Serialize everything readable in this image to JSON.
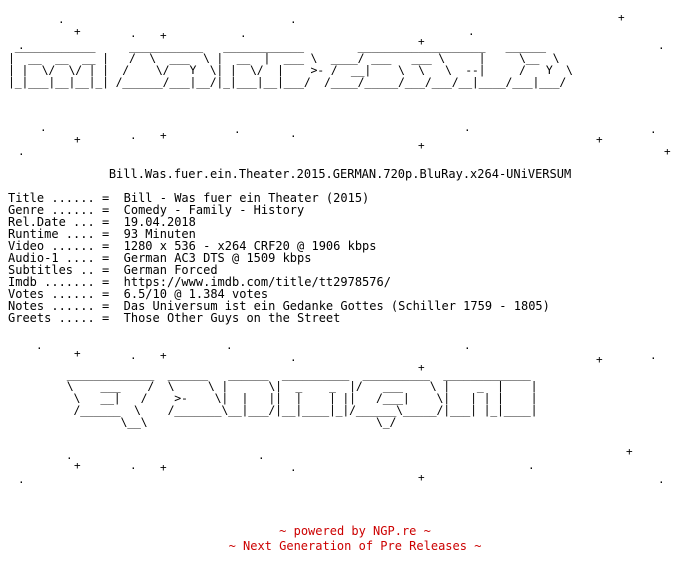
{
  "stars_top_label": ".",
  "plus": "+",
  "logo_top": " ____________     ___________   ____________        ___________________   ______\n|  __  __  __ |   /  \\  ___  \\ |  __  |  ___ \\  ____/ ___   ___ \\     |     \\__  \\\n| |  \\/  \\/ | |  /    \\/   Y  \\| |  \\/  |    >- /  __|    \\  \\   \\  --|     /   Y  \\\n|_|___|__|__|_| /______/___|__/|_|___|__|___/  /____/_____/___/___/__|____/___|___/",
  "release_title": "Bill.Was.fuer.ein.Theater.2015.GERMAN.720p.BluRay.x264-UNiVERSUM",
  "info": [
    {
      "key": "Title ......",
      "value": "Bill - Was fuer ein Theater (2015)"
    },
    {
      "key": "Genre ......",
      "value": "Comedy - Family - History"
    },
    {
      "key": "Rel.Date ...",
      "value": "19.04.2018"
    },
    {
      "key": "Runtime ....",
      "value": "93 Minuten"
    },
    {
      "key": "Video ......",
      "value": "1280 x 536 - x264 CRF20 @ 1906 kbps"
    },
    {
      "key": "Audio-1 ....",
      "value": "German AC3 DTS @ 1509 kbps"
    },
    {
      "key": "Subtitles ..",
      "value": "German Forced"
    },
    {
      "key": "Imdb .......",
      "value": "https://www.imdb.com/title/tt2978576/"
    },
    {
      "key": "Votes ......",
      "value": "6.5/10 @ 1.384 votes"
    },
    {
      "key": "Notes ......",
      "value": "Das Universum ist ein Gedanke Gottes (Schiller 1759 - 1805)"
    },
    {
      "key": "Greets .....",
      "value": "Those Other Guys on the Street"
    }
  ],
  "separator": "=",
  "logo_bottom": " _____________  ______   ______  __________  __________  _____________\n \\    ___    /  \\     \\ |      \\|  _    _  |/   ___    \\ |    _  |    |\n  \\   __|   /    >-    \\|  |   ||  |    | ||   /___|    \\|   | | |    |\n  /______  \\    /_______\\__|___/|__|____|_|/______\\_____/|___| |_|____|\n         \\__\\                                  \\_/",
  "footer": {
    "line1": "~ powered by NGP.re ~",
    "line2": "~ Next Generation of Pre Releases ~"
  }
}
